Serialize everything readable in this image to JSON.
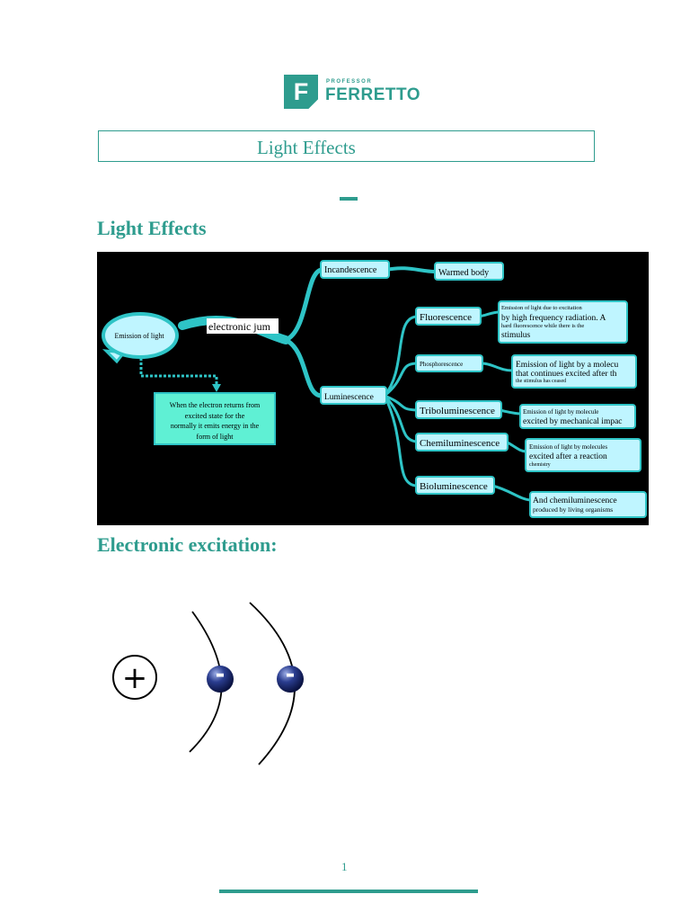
{
  "logo": {
    "small": "PROFESSOR",
    "big": "FERRETTO",
    "letter": "F"
  },
  "title": "Light Effects",
  "sections": {
    "heading1": "Light Effects",
    "heading2": "Electronic excitation:"
  },
  "mindmap": {
    "root": "Emission of light",
    "root_branch": "electronic jum",
    "return_lines": [
      "When the electron returns from",
      "excited state for the",
      "normally it emits energy in the",
      "form of light"
    ],
    "incandescence": "Incandescence",
    "warmed_body": "Warmed body",
    "luminescence": "Luminescence",
    "fluorescence": "Fluorescence",
    "fluorescence_desc": [
      "Emission of light due to excitation",
      "by high frequency radiation. A",
      "hard fluorescence while there is the",
      "stimulus"
    ],
    "phosphorescence": "Phosphorescence",
    "phosphorescence_desc": [
      "Emission of light by a molecu",
      "that continues excited after th",
      "the stimulus has ceased"
    ],
    "triboluminescence": "Triboluminescence",
    "triboluminescence_desc": [
      "Emission of light by molecule",
      "excited by mechanical impac"
    ],
    "chemiluminescence": "Chemiluminescence",
    "chemiluminescence_desc": [
      "Emission of light by molecules",
      "excited after a reaction",
      "chemistry"
    ],
    "bioluminescence": "Bioluminescence",
    "bioluminescence_desc": [
      "And chemiluminescence",
      "produced by living organisms"
    ]
  },
  "atom": {
    "nucleus": "+",
    "electron": "-"
  },
  "page_number": "1",
  "colors": {
    "accent": "#2e9c8e",
    "map_bg": "#000000",
    "node_fill": "#bff5ff",
    "connector": "#2ec4c6"
  }
}
